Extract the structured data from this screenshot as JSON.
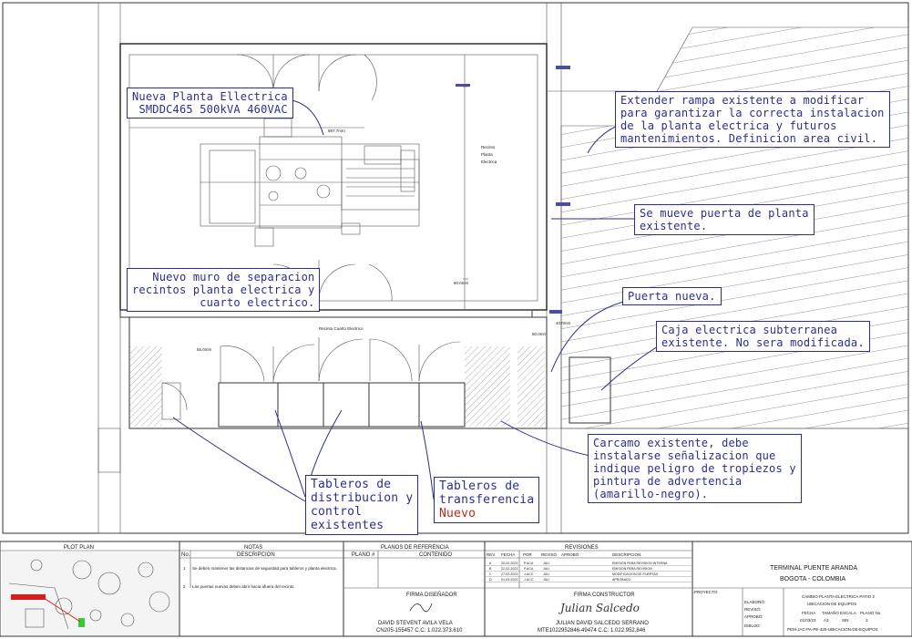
{
  "callouts": {
    "planta": "Nueva Planta Ellectrica\nSMDDC465 500kVA 460VAC",
    "rampa": "Extender rampa existente a modificar\npara garantizar la correcta instalacion\nde la planta electrica y futuros\nmantenimientos. Definicion area civil.",
    "puerta_planta": "Se mueve puerta de planta\nexistente.",
    "muro": "Nuevo muro de separacion\nrecintos planta electrica y\ncuarto electrico.",
    "puerta_nueva": "Puerta nueva.",
    "caja": "Caja electrica subterranea\nexistente. No sera modificada.",
    "carcamo": "Carcamo existente, debe\ninstalarse señalizacion que\nindique peligro de tropiezos y\npintura de advertencia\n(amarillo-negro).",
    "tableros_dist": "Tableros de\ndistribucion y\ncontrol\nexistentes",
    "tableros_trans": "Tableros de\ntransferencia",
    "tableros_trans_nuevo": "Nuevo"
  },
  "room_labels": {
    "recinto": "Recinto\nPlanta\nElectrica",
    "cuarto": "Recinto Cuarto Electrico"
  },
  "dimensions": {
    "d1": "887.7mm",
    "d2": "40.0mm",
    "d3": "90.0mm",
    "d4": "55.0mm",
    "d5": "80.0mm",
    "d6": "50.0mm"
  },
  "title_block": {
    "plot_plan": "PLOT PLAN",
    "notas": "NOTAS",
    "no": "No.",
    "descripcion": "DESCRIPCION",
    "nota1_num": "1",
    "nota1": "Se deben mantener las distancias de seguridad para tableros y planta electrica.",
    "nota2_num": "2",
    "nota2": "Las puertas nuevas deben abrir hacia afuera del recinto.",
    "planos_ref": "PLANOS DE REFERENCIA",
    "plano_num": "PLANO #",
    "contenido": "CONTENIDO",
    "revisiones": "REVISIONES",
    "rev": "REV.",
    "fecha": "FECHA",
    "por": "POR",
    "reviso": "REVISÓ",
    "aprobo": "APROBÓ",
    "descripcion_rev": "DESCRIPCION",
    "firma_disenador": "FIRMA DISEÑADOR",
    "disenador_nombre": "DAVID STEVENT AVILA VELA",
    "disenador_cc": "CN205-155457   C.C: 1.022.373.610",
    "firma_constructor": "FIRMA CONSTRUCTOR",
    "constructor_firma": "Julian  Salcedo",
    "constructor_nombre": "JULIAN DAVID SALCEDO SERRANO",
    "constructor_cc": "MTE1022952846-49474   C.C: 1.022.952.846",
    "terminal": "TERMINAL PUENTE ARANDA",
    "ciudad": "BOGOTA - COLOMBIA",
    "proyecto_label": "PROYECTO:",
    "proyecto_titulo": "CAMBIO PLANTA ELECTRICA PATIO 2\nUBICACION DE EQUIPOS",
    "elaboro": "ELABORÓ:",
    "reviso_b": "REVISÓ:",
    "aprobo_b": "APROBÓ:",
    "dibujo": "DIBUJO:",
    "fecha_b": "FECHA",
    "tamano": "TAMAÑO",
    "escala": "ESCALA",
    "plano_no": "PLANO No.",
    "fecha_val": "01/03/23",
    "tamano_val": "A3",
    "escala_val": "SIN",
    "plano_val": "3",
    "plano_codigo": "PEM-JAC-PA-PE-420-UBICACION-DE-EQUIPOS"
  },
  "revision_rows": [
    {
      "rev": "A",
      "fecha": "20-02-2023",
      "por": "P.ACA",
      "reviso": "JULI",
      "desc": "EMISION PARA REVISION INTERNA"
    },
    {
      "rev": "B",
      "fecha": "22-02-2023",
      "por": "P.ACA",
      "reviso": "JULI",
      "desc": "EMISION PARA REVISION"
    },
    {
      "rev": "C",
      "fecha": "27-02-2023",
      "por": "J.ACC",
      "reviso": "JULI",
      "desc": "MODIFICACION DE PUERTAS"
    },
    {
      "rev": "D",
      "fecha": "01-03-2023",
      "por": "J.ACC",
      "reviso": "JULI",
      "desc": "APROBADO"
    }
  ]
}
